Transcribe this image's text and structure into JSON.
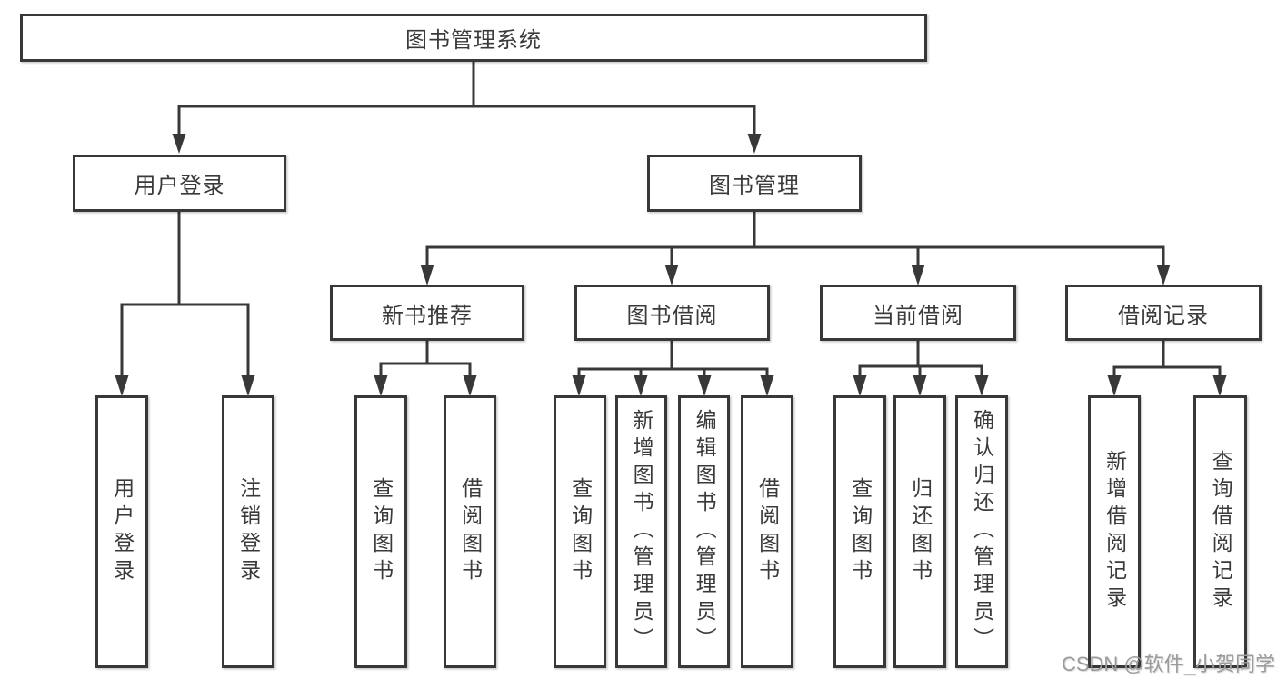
{
  "diagram": {
    "title": "图书管理系统",
    "watermark": "CSDN @软件_小贺同学",
    "colors": {
      "line": "#383838",
      "text": "#3a3a3a",
      "background": "#ffffff",
      "watermark": "#9c9c9c"
    },
    "nodes": {
      "root": {
        "label": "图书管理系统"
      },
      "user_login": {
        "label": "用户登录"
      },
      "book_mgmt": {
        "label": "图书管理"
      },
      "new_book_rec": {
        "label": "新书推荐"
      },
      "book_borrow": {
        "label": "图书借阅"
      },
      "current_borrow": {
        "label": "当前借阅"
      },
      "borrow_records": {
        "label": "借阅记录"
      },
      "login_user": {
        "label": "用户登录"
      },
      "login_logout": {
        "label": "注销登录"
      },
      "rec_query": {
        "label": "查询图书"
      },
      "rec_borrow": {
        "label": "借阅图书"
      },
      "bb_query": {
        "label": "查询图书"
      },
      "bb_add": {
        "label": "新增图书（管理员）"
      },
      "bb_edit": {
        "label": "编辑图书（管理员）"
      },
      "bb_borrow": {
        "label": "借阅图书"
      },
      "cb_query": {
        "label": "查询图书"
      },
      "cb_return": {
        "label": "归还图书"
      },
      "cb_confirm": {
        "label": "确认归还（管理员）"
      },
      "br_add": {
        "label": "新增借阅记录"
      },
      "br_query": {
        "label": "查询借阅记录"
      }
    },
    "edges": [
      [
        "root",
        "user_login"
      ],
      [
        "root",
        "book_mgmt"
      ],
      [
        "user_login",
        "login_user"
      ],
      [
        "user_login",
        "login_logout"
      ],
      [
        "book_mgmt",
        "new_book_rec"
      ],
      [
        "book_mgmt",
        "book_borrow"
      ],
      [
        "book_mgmt",
        "current_borrow"
      ],
      [
        "book_mgmt",
        "borrow_records"
      ],
      [
        "new_book_rec",
        "rec_query"
      ],
      [
        "new_book_rec",
        "rec_borrow"
      ],
      [
        "book_borrow",
        "bb_query"
      ],
      [
        "book_borrow",
        "bb_add"
      ],
      [
        "book_borrow",
        "bb_edit"
      ],
      [
        "book_borrow",
        "bb_borrow"
      ],
      [
        "current_borrow",
        "cb_query"
      ],
      [
        "current_borrow",
        "cb_return"
      ],
      [
        "current_borrow",
        "cb_confirm"
      ],
      [
        "borrow_records",
        "br_add"
      ],
      [
        "borrow_records",
        "br_query"
      ]
    ]
  }
}
